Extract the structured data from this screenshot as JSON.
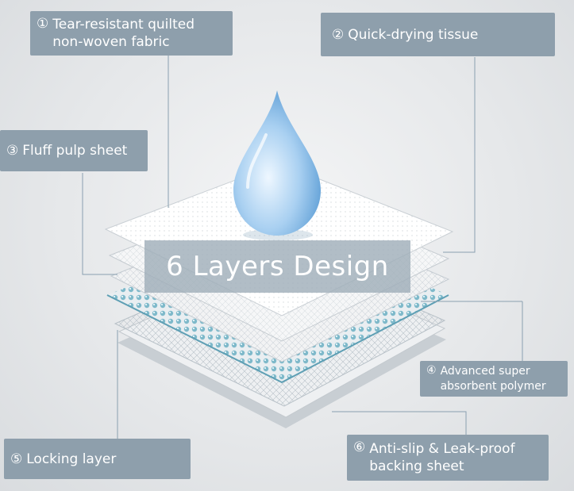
{
  "title": "6 Layers Design",
  "layers": [
    {
      "num": "①",
      "lines": [
        "Tear-resistant quilted",
        "non-woven fabric"
      ]
    },
    {
      "num": "②",
      "lines": [
        "Quick-drying tissue"
      ]
    },
    {
      "num": "③",
      "lines": [
        "Fluff pulp sheet"
      ]
    },
    {
      "num": "④",
      "lines": [
        "Advanced super",
        "absorbent polymer"
      ]
    },
    {
      "num": "⑤",
      "lines": [
        "Locking layer"
      ]
    },
    {
      "num": "⑥",
      "lines": [
        "Anti-slip & Leak-proof",
        "backing sheet"
      ]
    }
  ],
  "colors": {
    "label_bg": "#8e9fac",
    "leader_line": "#8aa0b0",
    "sap_beads": "#78b6c8",
    "droplet": "#7fb6e3"
  },
  "icons": [
    "water-drop-icon"
  ]
}
